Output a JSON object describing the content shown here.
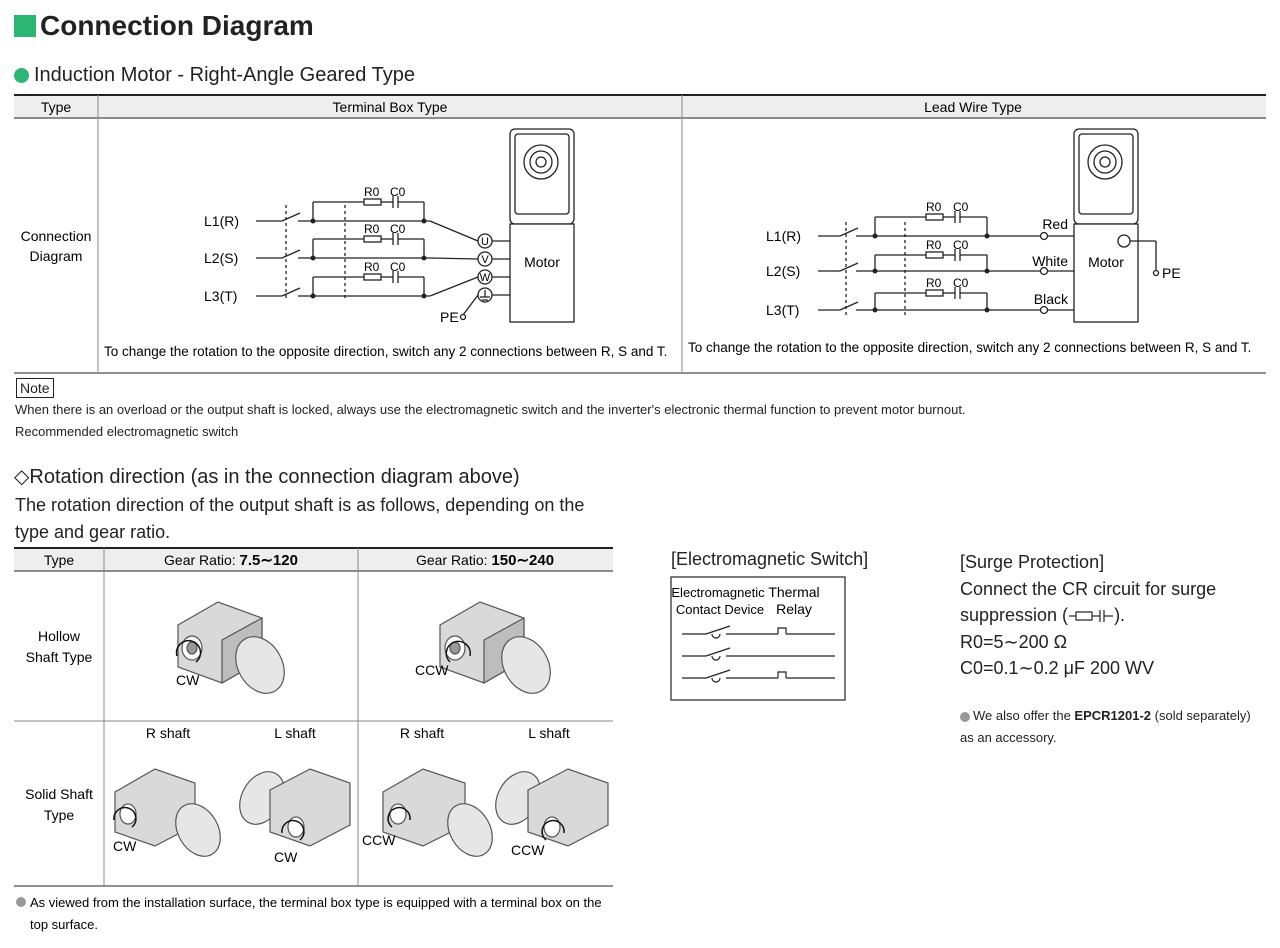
{
  "title": "Connection Diagram",
  "subtitle": "Induction Motor - Right-Angle Geared Type",
  "conn_table": {
    "headers": [
      "Type",
      "Terminal Box Type",
      "Lead Wire Type"
    ],
    "row_label": "Connection\nDiagram",
    "terminal": {
      "lines": [
        "L1(R)",
        "L2(S)",
        "L3(T)"
      ],
      "terminals": [
        "U",
        "V",
        "W"
      ],
      "r0": "R0",
      "c0": "C0",
      "motor": "Motor",
      "pe": "PE",
      "caption": "To change the rotation to the opposite direction, switch any 2 connections between R, S and T."
    },
    "lead": {
      "lines": [
        "L1(R)",
        "L2(S)",
        "L3(T)"
      ],
      "wires": [
        "Red",
        "White",
        "Black"
      ],
      "motor": "Motor",
      "pe": "PE",
      "caption": "To change the rotation to the opposite direction, switch any 2 connections between R, S and T."
    }
  },
  "note": {
    "label": "Note",
    "line1": "When there is an overload or the output shaft is locked, always use the electromagnetic switch and the inverter's electronic thermal function to prevent motor burnout.",
    "line2": "Recommended electromagnetic switch"
  },
  "rotation": {
    "title": "◇Rotation direction (as in the connection diagram above)",
    "desc": "The rotation direction of the output shaft is as follows, depending on the type and gear ratio.",
    "headers": {
      "type": "Type",
      "gear_prefix": "Gear Ratio: ",
      "gear1": "7.5∼120",
      "gear2": "150∼240"
    },
    "hollow_label": "Hollow\nShaft Type",
    "solid_label": "Solid Shaft\nType",
    "r_shaft": "R shaft",
    "l_shaft": "L shaft",
    "cw": "CW",
    "ccw": "CCW",
    "footnote": "As viewed from the installation surface, the terminal box type is equipped with a terminal box on the top surface."
  },
  "em_switch": {
    "title": "[Electromagnetic Switch]",
    "contact": "Electromagnetic\nContact Device",
    "relay": "Thermal\nRelay"
  },
  "surge": {
    "title": "[Surge Protection]",
    "line1": "Connect the CR circuit for surge",
    "line2a": "suppression (",
    "line2b": ").",
    "r0": "R0=5∼200 Ω",
    "c0": "C0=0.1∼0.2 μF  200 WV",
    "offer_pre": "We also offer the ",
    "offer_model": "EPCR1201-2",
    "offer_post": " (sold separately) as an accessory."
  },
  "colors": {
    "accent": "#2bb673",
    "header_bg": "#eeeeee",
    "rule": "#222222"
  }
}
